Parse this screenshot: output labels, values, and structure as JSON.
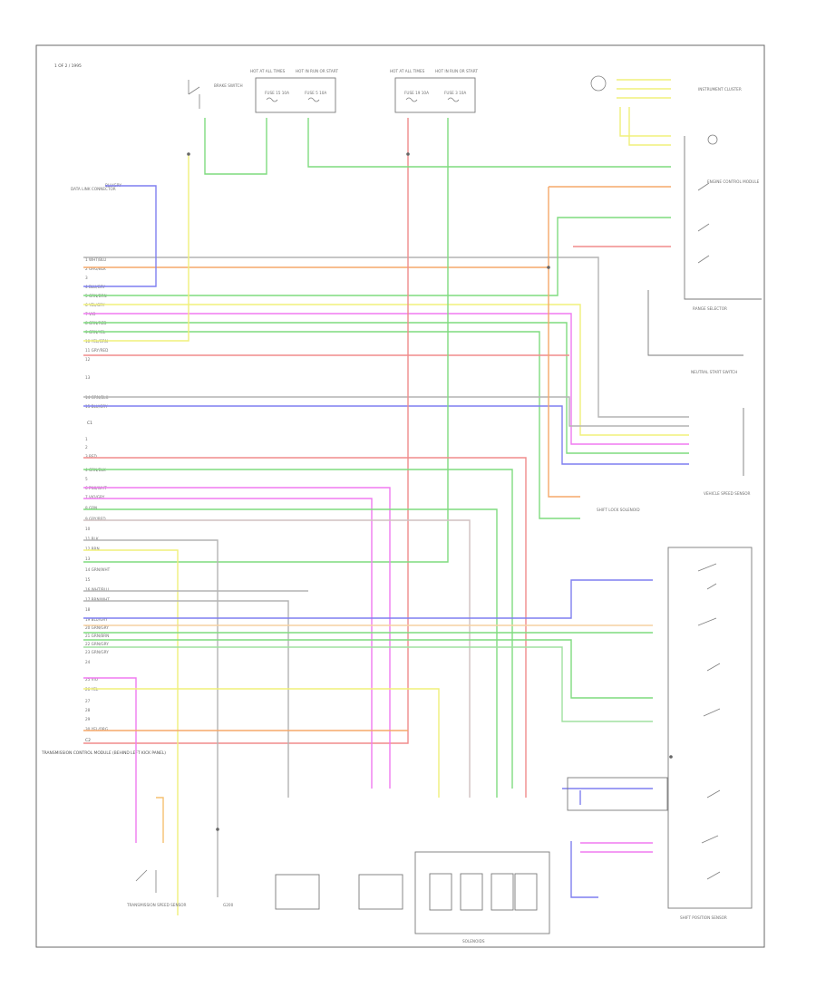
{
  "diagram": {
    "header_label": "1 OF 2 / 1995",
    "footer_label": "",
    "connectors": {
      "c1": "C1",
      "c2": "C2"
    },
    "components": {
      "tcm": "TRANSMISSION CONTROL MODULE (BEHIND LEFT KICK PANEL)",
      "range_selector": "RANGE SELECTOR",
      "neutral_start": "NEUTRAL START SWITCH",
      "solenoids": "SOLENOIDS",
      "shift_solenoid": "SHIFT POSITION SENSOR",
      "speed_sensor": "TRANSMISSION SPEED SENSOR",
      "vss": "VEHICLE SPEED SENSOR",
      "brake_switch": "BRAKE SWITCH",
      "ecm": "ENGINE CONTROL MODULE",
      "instrument_cluster": "INSTRUMENT CLUSTER",
      "data_link": "DATA LINK CONNECTOR",
      "shift_lock": "SHIFT LOCK SOLENOID",
      "fuse_1": "FUSE 15 10A",
      "fuse_2": "FUSE 5 10A",
      "fuse_3": "FUSE 19 10A",
      "fuse_4": "FUSE 3 10A",
      "hot_1": "HOT AT ALL TIMES",
      "hot_2": "HOT IN RUN OR START",
      "hot_3": "HOT AT ALL TIMES",
      "hot_4": "HOT IN RUN OR START"
    },
    "pins_c1": [
      "1 WHT/BLU",
      "2 ORG/BLK",
      "3",
      "4 BLU/GRY",
      "5 GRN/BRN",
      "6 YEL/GRY",
      "7 VIO",
      "8 GRN/RED",
      "9 GRN/YEL",
      "10 YEL/GRN",
      "11 GRY/RED",
      "12",
      "13",
      "14 GRN/BLK",
      "15 BLU/GRY"
    ],
    "pins_c2": [
      "1",
      "2",
      "3 RED",
      "4 GRN/BLK",
      "5",
      "6 PNK/WHT",
      "7 VIO/GRY",
      "8 GRN",
      "9 GRY/RED",
      "10",
      "11 BLK",
      "12 BRN",
      "13",
      "14 GRN/WHT",
      "15",
      "16 WHT/BLU",
      "17 BRN/WHT",
      "18",
      "19 BLU/GRY",
      "20 GRN/GRY",
      "21 GRN/BRN",
      "22 GRN/GRY",
      "23 GRN/GRY",
      "24",
      "25 VIO",
      "26 YEL",
      "27",
      "28",
      "29",
      "30 YEL/ORG"
    ],
    "colors": {
      "red": "#f08c8c",
      "green": "#7fdc7f",
      "yellow": "#f0f07a",
      "blue": "#7f7ff0",
      "magenta": "#f07af0",
      "orange": "#f5a86a",
      "gray": "#b4b4b4",
      "cyan": "#80d0f0"
    }
  }
}
